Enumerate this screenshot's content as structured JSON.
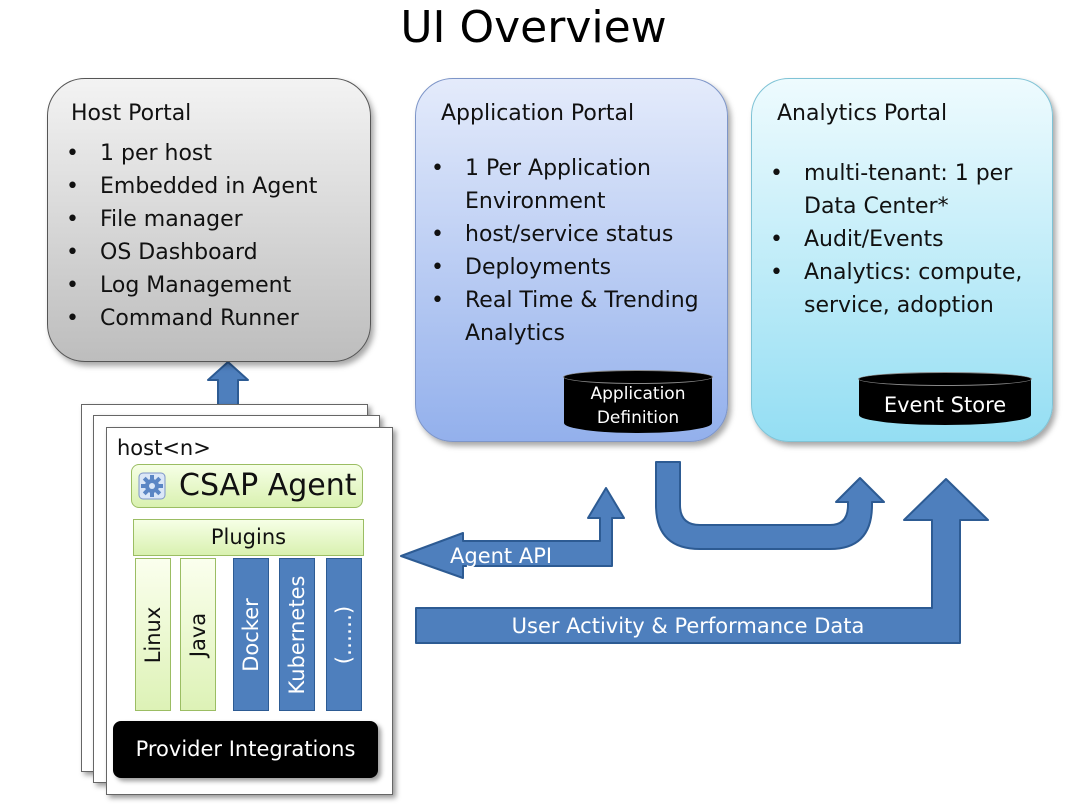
{
  "title": "UI Overview",
  "host_portal": {
    "title": "Host Portal",
    "items": [
      "1 per host",
      "Embedded in Agent",
      "File manager",
      "OS Dashboard",
      "Log Management",
      "Command Runner"
    ]
  },
  "application_portal": {
    "title": "Application Portal",
    "items": [
      "1 Per Application Environment",
      "host/service status",
      "Deployments",
      "Real Time & Trending Analytics"
    ],
    "datastore_line1": "Application",
    "datastore_line2": "Definition"
  },
  "analytics_portal": {
    "title": "Analytics Portal",
    "items": [
      "multi-tenant: 1 per Data Center*",
      "Audit/Events",
      "Analytics: compute, service, adoption"
    ],
    "datastore": "Event Store"
  },
  "host": {
    "label": "host<n>",
    "agent": "CSAP Agent",
    "plugins_label": "Plugins",
    "plugins": [
      "Linux",
      "Java",
      "Docker",
      "Kubernetes",
      "(……)"
    ],
    "providers": "Provider Integrations"
  },
  "arrows": {
    "agent_api": "Agent API",
    "user_activity": "User Activity & Performance Data"
  },
  "colors": {
    "arrow_fill": "#4e7fbd",
    "arrow_stroke": "#2d5b93",
    "plugin_green": "#ddf2b6",
    "host_portal": "#cfcfcf",
    "application_portal": "#a9c0f0",
    "analytics_portal": "#a9e6f6"
  },
  "icons": [
    "gear-icon"
  ]
}
